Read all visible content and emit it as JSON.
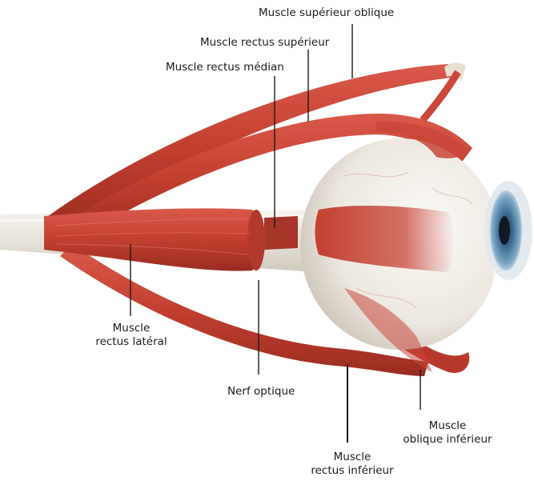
{
  "labels": {
    "superior_oblique": "Muscle supérieur oblique",
    "superior_rectus": "Muscle rectus supérieur",
    "medial_rectus": "Muscle rectus médian",
    "lateral_rectus_1": "Muscle",
    "lateral_rectus_2": "rectus latéral",
    "optic_nerve": "Nerf optique",
    "inferior_oblique_1": "Muscle",
    "inferior_oblique_2": "oblique inférieur",
    "inferior_rectus_1": "Muscle",
    "inferior_rectus_2": "rectus inférieur"
  },
  "colors": {
    "muscle": "#c8473a",
    "muscle_dark": "#9e2f25",
    "sclera": "#f1ede6",
    "iris": "#5f8fb5",
    "nerve": "#ebe7df"
  }
}
